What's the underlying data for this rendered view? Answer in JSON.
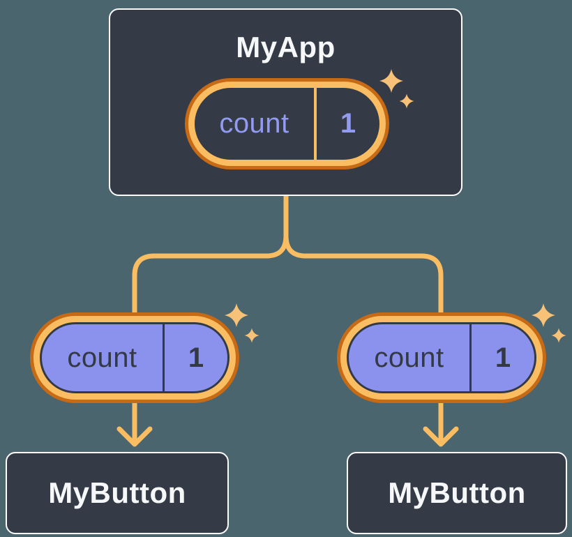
{
  "tree": {
    "root": {
      "title": "MyApp",
      "state": {
        "name": "count",
        "value": "1"
      }
    },
    "children": [
      {
        "title": "MyButton",
        "state": {
          "name": "count",
          "value": "1"
        }
      },
      {
        "title": "MyButton",
        "state": {
          "name": "count",
          "value": "1"
        }
      }
    ]
  },
  "colors": {
    "canvas_background": "#4B656E",
    "card_background": "#343A46",
    "card_border": "#FCFDFE",
    "card_text": "#F6F7F9",
    "connector_orange": "#FABD62",
    "pill_ring_outer": "#C76A15",
    "pill_ring_inner": "#FABD62",
    "pill_fill_child": "#8A92EE",
    "state_text_root": "#939BF0",
    "state_text_child": "#333945",
    "sparkle": "#F8C178"
  }
}
